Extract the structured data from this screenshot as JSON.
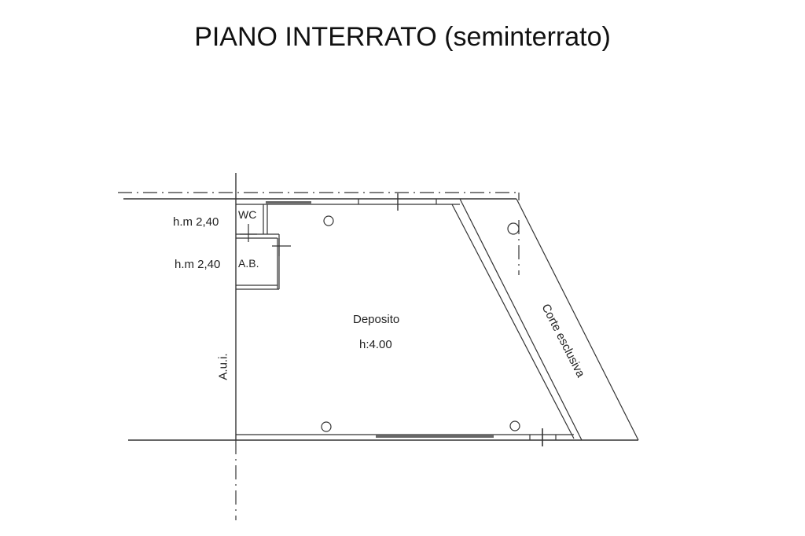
{
  "title": "PIANO INTERRATO (seminterrato)",
  "rooms": {
    "wc": {
      "label": "WC",
      "height_label": "h.m 2,40"
    },
    "ab": {
      "label": "A.B.",
      "height_label": "h.m 2,40"
    },
    "deposito": {
      "label": "Deposito",
      "height_label": "h:4.00"
    },
    "corte": {
      "label": "Corte esclusiva"
    }
  },
  "side_label": "A.u.i.",
  "colors": {
    "line": "#333333",
    "background": "#ffffff"
  }
}
